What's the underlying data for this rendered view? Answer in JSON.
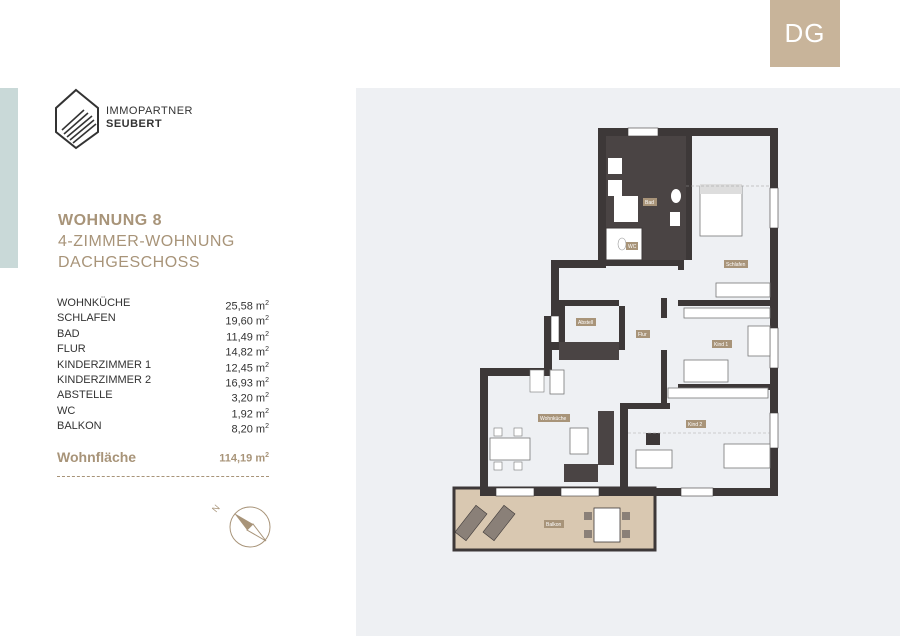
{
  "badge": {
    "text": "DG"
  },
  "logo": {
    "line1": "IMMOPARTNER",
    "line2": "SEUBERT"
  },
  "heading": {
    "line1": "WOHNUNG 8",
    "line2": "4-ZIMMER-WOHNUNG",
    "line3": "DACHGESCHOSS"
  },
  "rooms": [
    {
      "name": "WOHNKÜCHE",
      "area": "25,58 m",
      "unit": "2"
    },
    {
      "name": "SCHLAFEN",
      "area": "19,60 m",
      "unit": "2"
    },
    {
      "name": "BAD",
      "area": "11,49 m",
      "unit": "2"
    },
    {
      "name": "FLUR",
      "area": "14,82 m",
      "unit": "2"
    },
    {
      "name": "KINDERZIMMER 1",
      "area": "12,45 m",
      "unit": "2"
    },
    {
      "name": "KINDERZIMMER 2",
      "area": "16,93 m",
      "unit": "2"
    },
    {
      "name": "ABSTELLE",
      "area": "3,20 m",
      "unit": "2"
    },
    {
      "name": "WC",
      "area": "1,92 m",
      "unit": "2"
    },
    {
      "name": "BALKON",
      "area": "8,20 m",
      "unit": "2"
    }
  ],
  "total": {
    "label": "Wohnfläche",
    "value": "114,19 m",
    "unit": "2"
  },
  "compass": {
    "letter": "N"
  },
  "plan": {
    "labels": {
      "bad": "Bad",
      "wc": "WC",
      "schlafen": "Schlafen",
      "abstell": "Abstell",
      "flur": "Flur",
      "kind1": "Kind 1",
      "wohnkueche": "Wohnküche",
      "kind2": "Kind 2",
      "balkon": "Balkon"
    }
  },
  "colors": {
    "accent": "#a89479",
    "badge": "#c8b49a",
    "sidebar": "#c9d9d8",
    "wall": "#3d3838",
    "panel": "#eef0f3"
  }
}
